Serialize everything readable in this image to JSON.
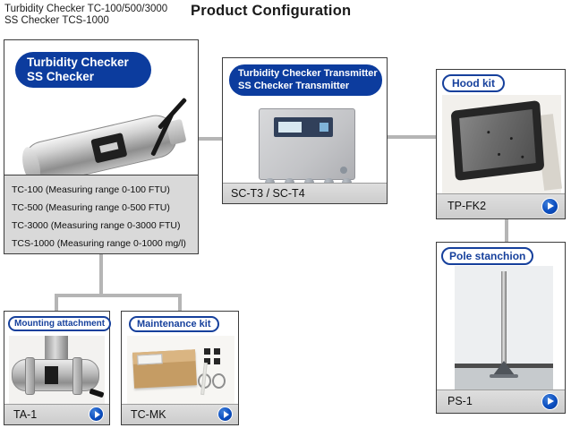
{
  "header": {
    "subtitle_line1": "Turbidity Checker TC-100/500/3000",
    "subtitle_line2": "SS Checker TCS-1000",
    "title": "Product Configuration"
  },
  "colors": {
    "pill_blue": "#0c3c9e",
    "outline_pill_blue": "#16409c",
    "play_button_blue": "#0b4ec0",
    "model_bar_gray": "#d4d4d4",
    "model_list_gray": "#d9d9d9",
    "connector_gray": "#b5b5b5"
  },
  "icons": {
    "play": "right-pointing triangle in blue circle"
  },
  "sensor_box": {
    "label_line1": "Turbidity Checker",
    "label_line2": "SS Checker",
    "models": [
      "TC-100   (Measuring range 0-100 FTU)",
      "TC-500   (Measuring range 0-500 FTU)",
      "TC-3000 (Measuring range 0-3000 FTU)",
      "TCS-1000  (Measuring range 0-1000 mg/l)"
    ]
  },
  "transmitter_box": {
    "label_line1": "Turbidity Checker Transmitter",
    "label_line2": "SS Checker Transmitter",
    "model": "SC-T3 / SC-T4"
  },
  "hood_box": {
    "label": "Hood kit",
    "model": "TP-FK2"
  },
  "pole_box": {
    "label": "Pole stanchion",
    "model": "PS-1"
  },
  "mount_box": {
    "label": "Mounting attachment",
    "model": "TA-1"
  },
  "maintenance_box": {
    "label": "Maintenance kit",
    "model": "TC-MK"
  }
}
